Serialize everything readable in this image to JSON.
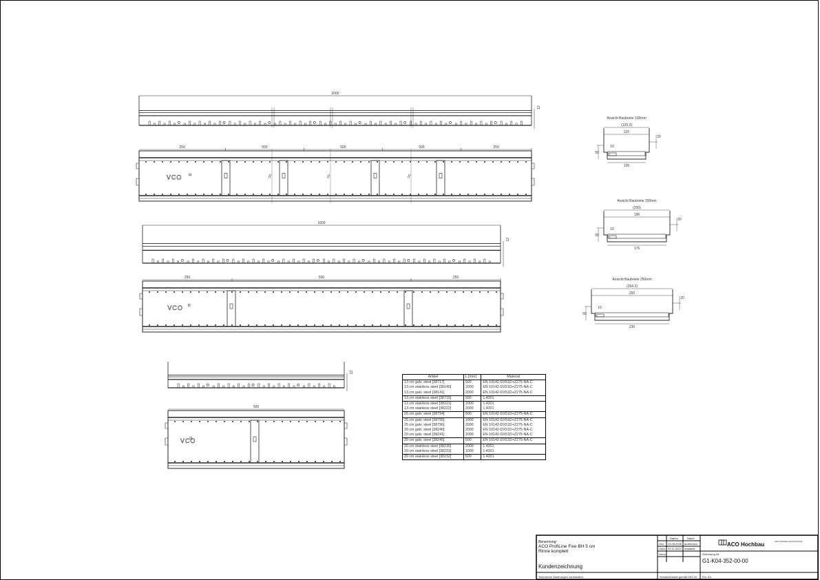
{
  "views": {
    "side_2000": {
      "length": "2000",
      "height_dim": "12"
    },
    "top_2000": {
      "segments": [
        "250",
        "500",
        "500",
        "500",
        "250"
      ],
      "logo": "VCO"
    },
    "side_1000": {
      "length": "1000",
      "height_dim": "12"
    },
    "top_1000": {
      "segments": [
        "250",
        "500",
        "250"
      ],
      "logo": "VCO"
    },
    "side_500": {
      "height_dim": "12"
    },
    "top_500": {
      "length": "500",
      "logo": "VCO"
    }
  },
  "sections": [
    {
      "title": "Ansicht Baubreite 130mm",
      "overall": "(129.2)",
      "top": "125",
      "bottom": "105",
      "side": "20",
      "height": "50",
      "inner": "10"
    },
    {
      "title": "Ansicht Baubreite 200mm",
      "overall": "(200)",
      "top": "196",
      "bottom": "176",
      "side": "20",
      "height": "50",
      "inner": "10"
    },
    {
      "title": "Ansicht Baubreite 250mm",
      "overall": "(254.2)",
      "top": "250",
      "bottom": "230",
      "side": "20",
      "height": "50",
      "inner": "10"
    }
  ],
  "table": {
    "headers": [
      "Artikel",
      "L [mm]",
      "Material"
    ],
    "rows": [
      {
        "artikel": "13 cm galv. steel [38717]",
        "l": "500",
        "material": "EN 10142-DX51D+Z275-NA-C",
        "grp": true
      },
      {
        "artikel": "13 cm stainless steel [38140]",
        "l": "1000",
        "material": "EN 10142-DX51D+Z275-NA-C"
      },
      {
        "artikel": "13 cm galv. steel [38141]",
        "l": "2000",
        "material": "EN 10142-DX51D+Z275-NA-C"
      },
      {
        "artikel": "13 cm stainless steel [38715]",
        "l": "500",
        "material": "1.4301",
        "grp": true
      },
      {
        "artikel": "13 cm stainless steel [38221]",
        "l": "1000",
        "material": "1.4301",
        "grp": true
      },
      {
        "artikel": "13 cm stainless steel [38222]",
        "l": "2000",
        "material": "1.4301"
      },
      {
        "artikel": "25 cm galv. steel [38794]",
        "l": "500",
        "material": "EN 10142-DX51D+Z275-NA-C",
        "grp": true
      },
      {
        "artikel": "25 cm galv. steel [38795]",
        "l": "1000",
        "material": "EN 10142-DX51D+Z275-NA-C",
        "grp": true
      },
      {
        "artikel": "25 cm galv. steel [38796]",
        "l": "2000",
        "material": "EN 10142-DX51D+Z275-NA-C"
      },
      {
        "artikel": "20 cm galv. steel [38240]",
        "l": "2000",
        "material": "EN 10142-DX51D+Z275-NA-C"
      },
      {
        "artikel": "20 cm galv. steel [38241]",
        "l": "1000",
        "material": "EN 10142-DX51D+Z275-NA-C"
      },
      {
        "artikel": "20 cm galv. steel [38245]",
        "l": "500",
        "material": "EN 10142-DX51D+Z275-NA-C",
        "grp": true
      },
      {
        "artikel": "20 cm stainless steel [38230]",
        "l": "2000",
        "material": "1.4301",
        "grp": true
      },
      {
        "artikel": "20 cm stainless steel [38231]",
        "l": "1000",
        "material": "1.4301"
      },
      {
        "artikel": "20 cm stainless steel [38232]",
        "l": "500",
        "material": "1.4301",
        "grp": true
      }
    ]
  },
  "title_block": {
    "benennung_label": "Benennung:",
    "line1": "ACO ProfiLine Fixe BH 5 cm",
    "line2": "Rinne komplett",
    "type": "Kundenzeichnung",
    "note": "Technische Änderungen vorbehalten",
    "protection": "Schutzvermerk gemäß DIN 34",
    "col_datum": "Datum",
    "col_name": "Name",
    "row_gez": "Gez.",
    "row_gez_datum": "03.08.2006",
    "row_gez_name": "arothmann",
    "row_gepr": "Gepr.",
    "row_gepr_datum": "29.11.2013",
    "row_gepr_name": "mwatzke",
    "row_norm": "Norm",
    "company": "ACO Hochbau",
    "company_detail": "ACO Hochbau Vertrieb GmbH",
    "drawing_no_label": "Zeichnung-Nr.",
    "drawing_no": "G1-K04-352-00-00",
    "ers_label": "Ers. für:"
  }
}
